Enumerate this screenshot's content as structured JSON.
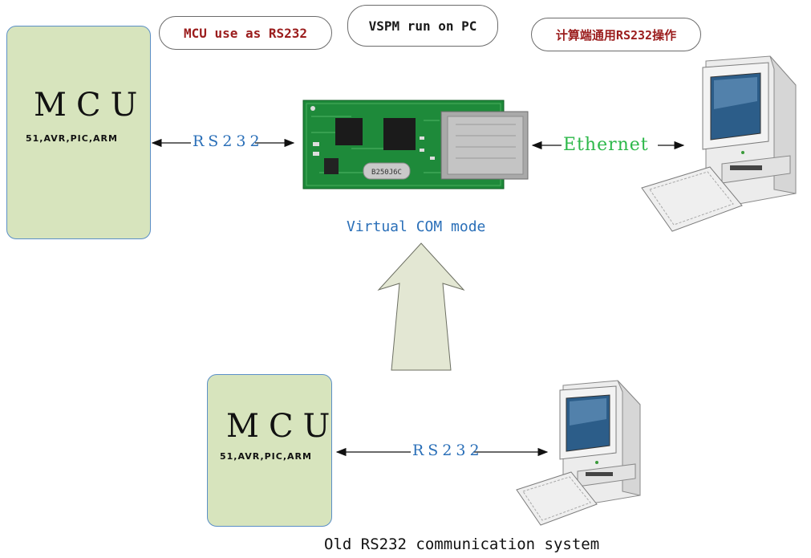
{
  "top_labels": {
    "mcu_as_rs232": "MCU use as RS232",
    "vspm_on_pc": "VSPM run on PC",
    "pc_rs232_op": "计算端通用RS232操作"
  },
  "upper_mcu": {
    "title": "MCU",
    "subtitle": "51,AVR,PIC,ARM"
  },
  "lower_mcu": {
    "title": "MCU",
    "subtitle": "51,AVR,PIC,ARM"
  },
  "links": {
    "upper_rs232": "RS232",
    "ethernet": "Ethernet",
    "lower_rs232": "RS232"
  },
  "module": {
    "crystal_marking": "B250J6C"
  },
  "captions": {
    "virtual_com": "Virtual COM mode",
    "old_system": "Old RS232 communication system"
  }
}
